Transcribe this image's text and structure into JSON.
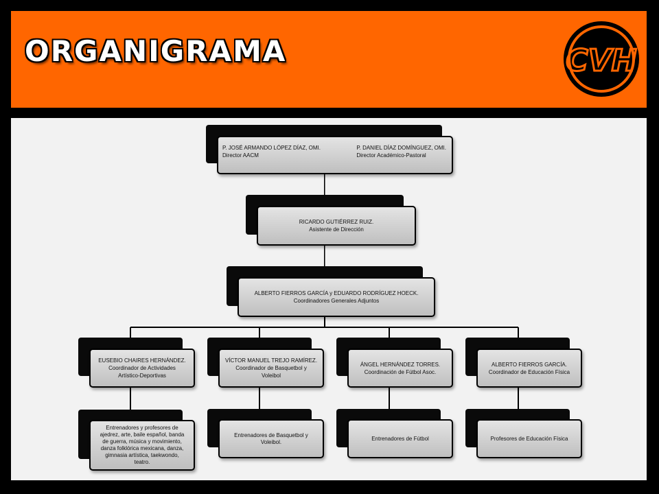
{
  "header": {
    "title": "ORGANIGRAMA",
    "logo_text": "CVH",
    "accent_color": "#ff6600"
  },
  "orgchart": {
    "top": {
      "left": {
        "name": "P. JOSÉ ARMANDO LÓPEZ DÍAZ, OMI.",
        "role": "Director AACM"
      },
      "right": {
        "name": "P. DANIEL DÍAZ DOMÍNGUEZ, OMI.",
        "role": "Director Académico-Pastoral"
      }
    },
    "assistant": {
      "name": "RICARDO GUTIÉRREZ RUIZ.",
      "role": "Asistente de Dirección"
    },
    "coordinators": {
      "name": "ALBERTO FIERROS GARCÍA y EDUARDO RODRÍGUEZ HOECK.",
      "role": "Coordinadores Generales Adjuntos"
    },
    "branches": [
      {
        "name": "EUSEBIO CHAIRES HERNÁNDEZ.",
        "role_line1": "Coordinador de Actividades",
        "role_line2": "Artístico-Deportivas",
        "staff_lines": [
          "Entrenadores y profesores de",
          "ajedrez, arte, baile español, banda",
          "de guerra, música y movimiento,",
          "danza folklórica mexicana, danza,",
          "gimnasia artística, taekwondo,",
          "teatro."
        ]
      },
      {
        "name": "VÍCTOR MANUEL TREJO RAMÍREZ.",
        "role_line1": "Coordinador de Basquetbol y",
        "role_line2": "Voleibol",
        "staff_lines": [
          "Entrenadores de Basquetbol y",
          "Voleibol."
        ]
      },
      {
        "name": "ÁNGEL HERNÁNDEZ TORRES.",
        "role_line1": "Coordinación de Fútbol Asoc.",
        "role_line2": "",
        "staff_lines": [
          "Entrenadores de Fútbol"
        ]
      },
      {
        "name": "ALBERTO FIERROS GARCÍA.",
        "role_line1": "Coordinador de Educación Física",
        "role_line2": "",
        "staff_lines": [
          "Profesores de Educación Física"
        ]
      }
    ]
  }
}
